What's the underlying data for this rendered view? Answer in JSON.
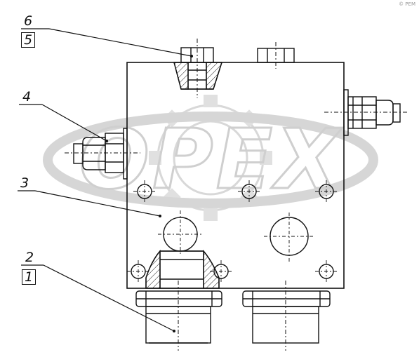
{
  "watermark": {
    "text": "OPEX",
    "corner_text": "© РЕМ"
  },
  "callouts": {
    "c6": "6",
    "c5": "5",
    "c4": "4",
    "c3": "3",
    "c2": "2",
    "c1": "1"
  },
  "colors": {
    "line": "#111111",
    "watermark": "#dcdcdc",
    "background": "#ffffff"
  }
}
